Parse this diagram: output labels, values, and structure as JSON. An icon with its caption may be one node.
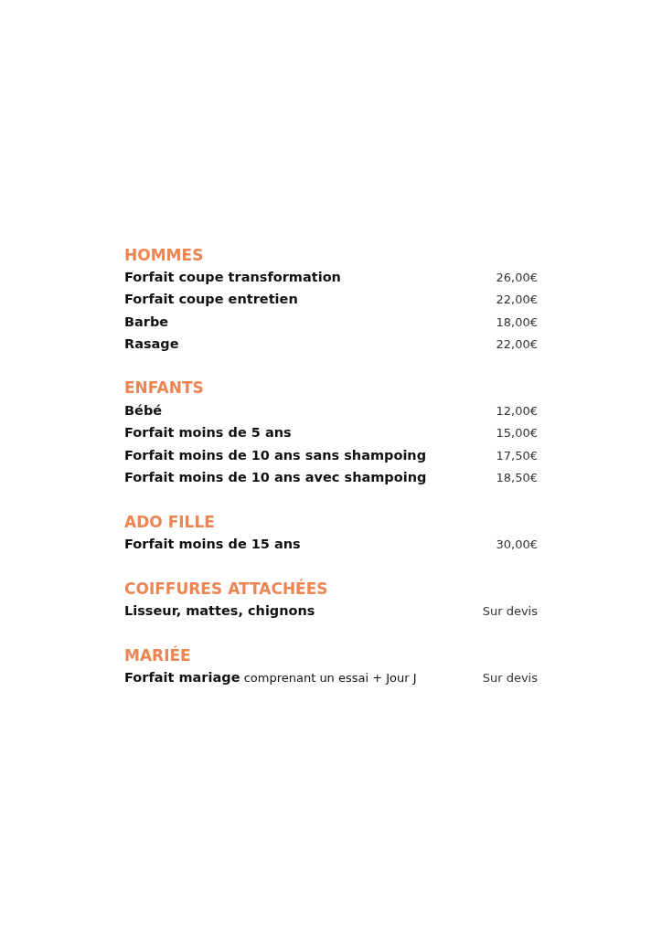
{
  "diagram": {
    "labels": [
      "HOMMES",
      "Forfait coupe transformation",
      "26,00€",
      "Forfait coupe entretien",
      "22,00€",
      "Barbe",
      "18,00€",
      "Rasage",
      "22,00€",
      "ENFANTS",
      "Bébé",
      "12,00€",
      "Forfait moins de 5 ans",
      "15,00€",
      "Forfait moins de 10 ans sans shampoing",
      "17,50€",
      "Forfait moins de 10 ans avec shampoing",
      "18,50€",
      "ADO FILLE",
      "Forfait moins de 15 ans",
      "30,00€",
      "COIFFURES ATTACHÉES",
      "Lisseur, mattes, chignons",
      "Sur devis",
      "MARIÉE",
      "**Forfait mariage** comprenant un essai + Jour J",
      "Sur devis"
    ]
  }
}
